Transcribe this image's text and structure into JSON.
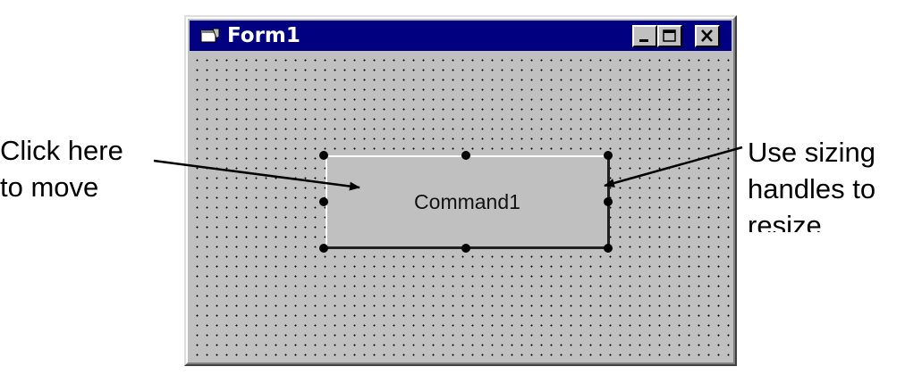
{
  "window": {
    "title": "Form1",
    "title_icon": "form-icon",
    "controls": {
      "minimize_icon": "minimize-icon",
      "maximize_icon": "maximize-icon",
      "close_icon": "close-icon"
    }
  },
  "form": {
    "command_button": {
      "label": "Command1"
    }
  },
  "annotations": {
    "left": {
      "line1": "Click here",
      "line2": "to move"
    },
    "right": {
      "line1": "Use sizing",
      "line2": "handles to",
      "line3": "resize"
    }
  },
  "colors": {
    "titlebar": "#000080",
    "face": "#c0c0c0",
    "grid_dots": "#000000"
  }
}
